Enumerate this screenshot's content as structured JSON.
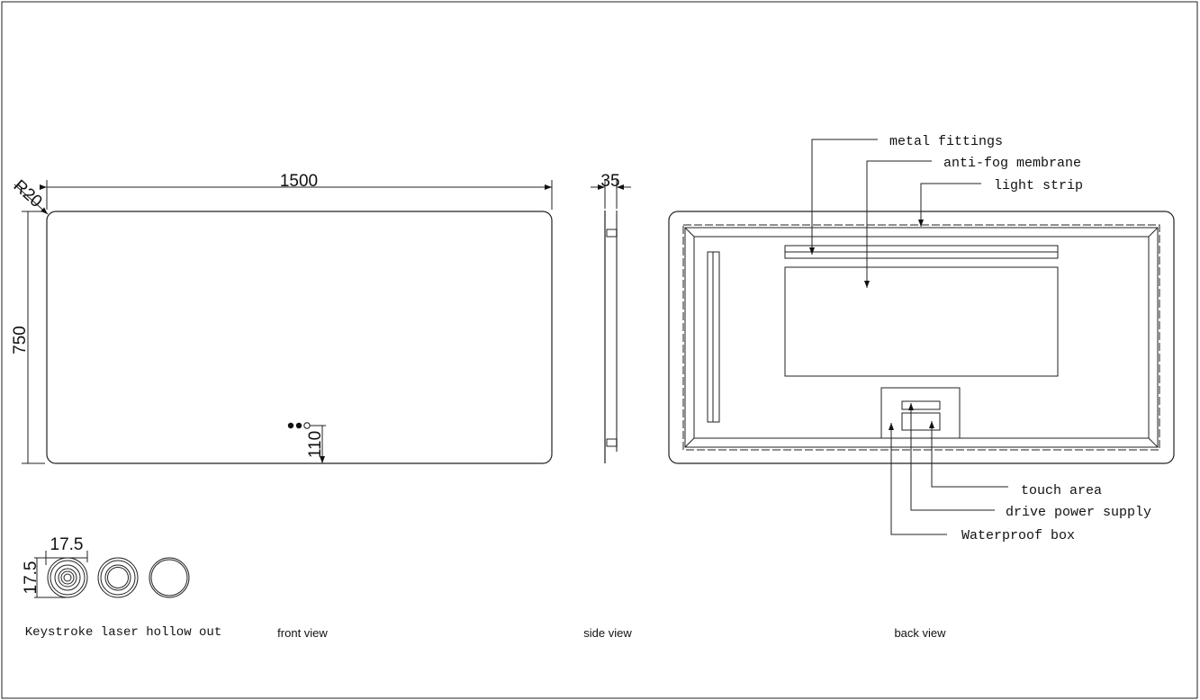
{
  "front_view": {
    "caption": "front view",
    "width_dim": "1500",
    "height_dim": "750",
    "radius_dim": "R20",
    "button_offset_dim": "110"
  },
  "side_view": {
    "caption": "side view",
    "depth_dim": "35"
  },
  "back_view": {
    "caption": "back view",
    "callouts": {
      "metal_fittings": "metal fittings",
      "anti_fog": "anti-fog membrane",
      "light_strip": "light strip",
      "touch_area": "touch area",
      "drive_power": "drive power supply",
      "waterproof_box": "Waterproof box"
    }
  },
  "keystroke": {
    "caption": "Keystroke laser hollow out",
    "width_dim": "17.5",
    "height_dim": "17.5"
  }
}
